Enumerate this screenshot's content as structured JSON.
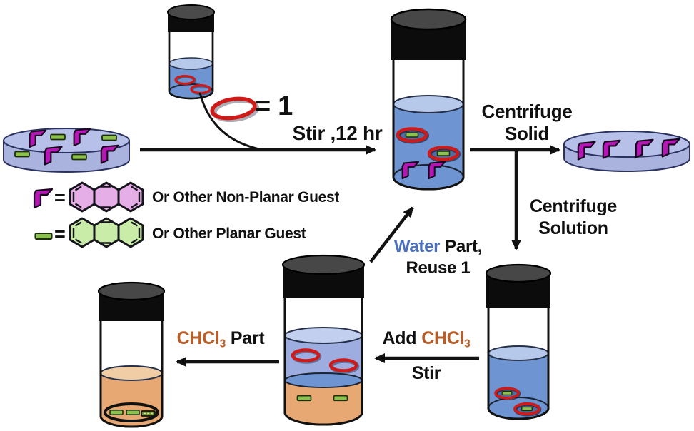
{
  "colors": {
    "water_blue": "#6e94d1",
    "water_surface": "#b7c9ea",
    "aqueous_layer": "#9dade0",
    "chloroform_orange": "#e8a873",
    "chloroform_surface": "#f0cda5",
    "macrocycle_red": "#cf1a1a",
    "nonplanar_purple": "#b517b5",
    "planar_green": "#8dc14f",
    "anthracene_pink": "#e6aee6",
    "anthracene_green": "#c9eda8",
    "dish_fill": "#a9b3dd",
    "water_text_blue": "#4a6fc0",
    "chcl3_text_orange": "#b85c28"
  },
  "scheme": {
    "ring_definition": "= 1",
    "stir_step": "Stir ,12 hr",
    "centrifuge_solid": {
      "line1": "Centrifuge",
      "line2": "Solid"
    },
    "centrifuge_solution": {
      "line1": "Centrifuge",
      "line2": "Solution"
    },
    "water_reuse": {
      "water": "Water",
      "part": "Part,",
      "reuse": "Reuse 1"
    },
    "add_chcl3": {
      "add": "Add",
      "formula": "CHCl",
      "subscript": "3",
      "stir": "Stir"
    },
    "chcl3_part": {
      "formula": "CHCl",
      "subscript": "3",
      "part": "Part"
    },
    "legend": {
      "equals": "=",
      "nonplanar_label": "Or Other Non-Planar Guest",
      "planar_label": "Or Other Planar Guest"
    }
  }
}
